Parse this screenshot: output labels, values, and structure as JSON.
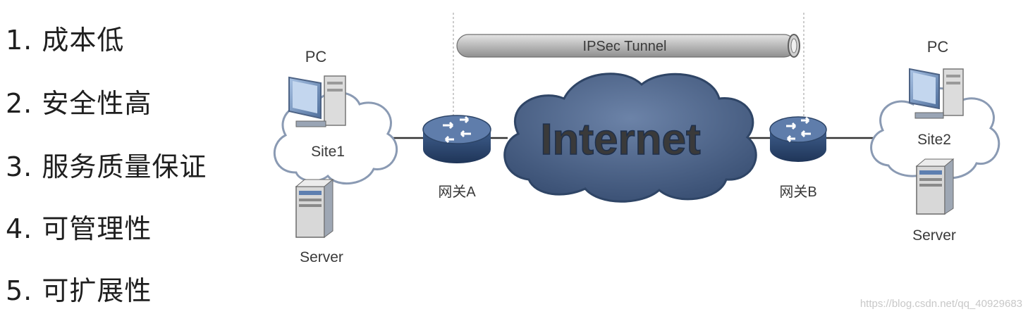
{
  "advantages": [
    "1. 成本低",
    "2. 安全性高",
    "3. 服务质量保证",
    "4. 可管理性",
    "5. 可扩展性"
  ],
  "diagram": {
    "tunnel_label": "IPSec Tunnel",
    "internet_label": "Internet",
    "site1": {
      "pc_label": "PC",
      "site_label": "Site1",
      "server_label": "Server"
    },
    "site2": {
      "pc_label": "PC",
      "site_label": "Site2",
      "server_label": "Server"
    },
    "gateway_a_label": "网关A",
    "gateway_b_label": "网关B"
  },
  "watermark": "https://blog.csdn.net/qq_40929683",
  "colors": {
    "cloud_fill": "#4d6385",
    "cloud_stroke": "#2f4566",
    "router_top": "#5d7aa5",
    "router_side": "#2e4a72",
    "site_cloud_fill": "#ffffff",
    "site_cloud_stroke": "#7d8ea8",
    "tunnel_fill": "#c6c6c6"
  }
}
